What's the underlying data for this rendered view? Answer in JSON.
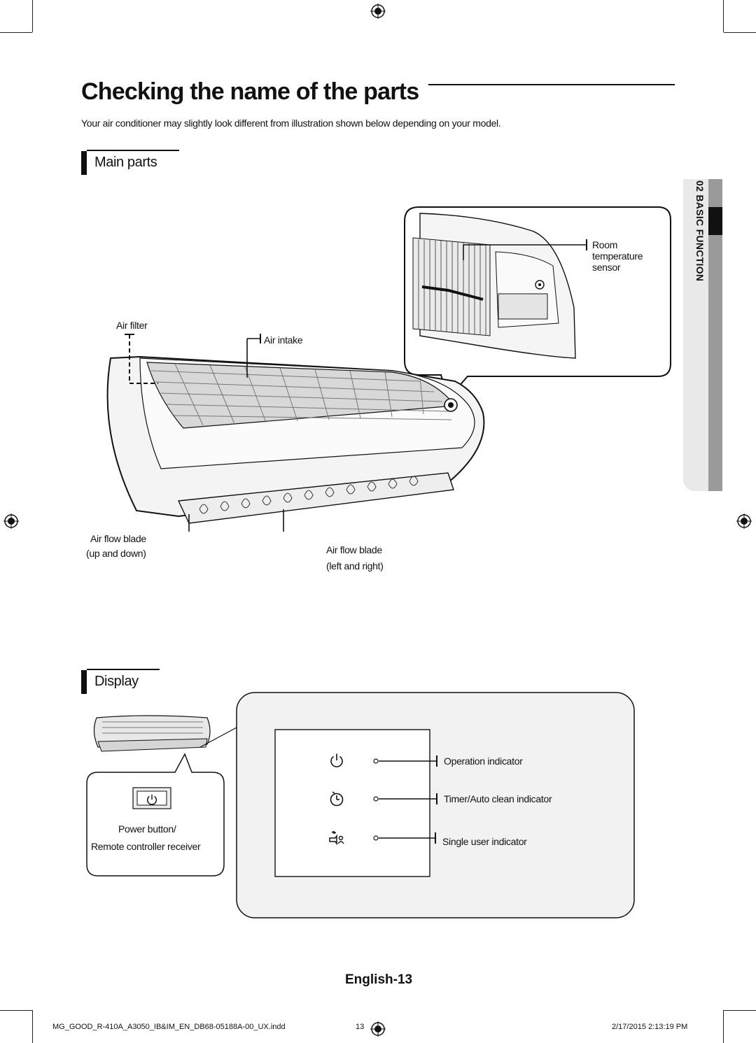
{
  "title": "Checking the name of the parts",
  "intro": "Your air conditioner may slightly look different from illustration shown below depending on your model.",
  "sections": {
    "main_parts": "Main parts",
    "display": "Display"
  },
  "side_tab": "02 BASIC FUNCTION",
  "main_parts_labels": {
    "air_filter": "Air filter",
    "air_intake": "Air intake",
    "room_sensor": "Room temperature sensor",
    "blade_ud_1": "Air flow blade",
    "blade_ud_2": "(up and down)",
    "blade_lr_1": "Air flow blade",
    "blade_lr_2": "(left and right)"
  },
  "display_labels": {
    "power_1": "Power button/",
    "power_2": "Remote controller receiver",
    "operation": "Operation indicator",
    "timer": "Timer/Auto clean indicator",
    "single_user": "Single user indicator"
  },
  "icons": {
    "power": "power-icon",
    "timer": "timer-icon",
    "single_user": "single-user-icon",
    "registration": "registration-mark-icon"
  },
  "page_number": "English-13",
  "footer": {
    "file": "MG_GOOD_R-410A_A3050_IB&IM_EN_DB68-05188A-00_UX.indd",
    "page": "13",
    "date": "2/17/2015   2:13:19 PM"
  },
  "colors": {
    "ink": "#111111",
    "tab_gray": "#9a9a9a",
    "panel_fill": "#f2f2f2"
  }
}
